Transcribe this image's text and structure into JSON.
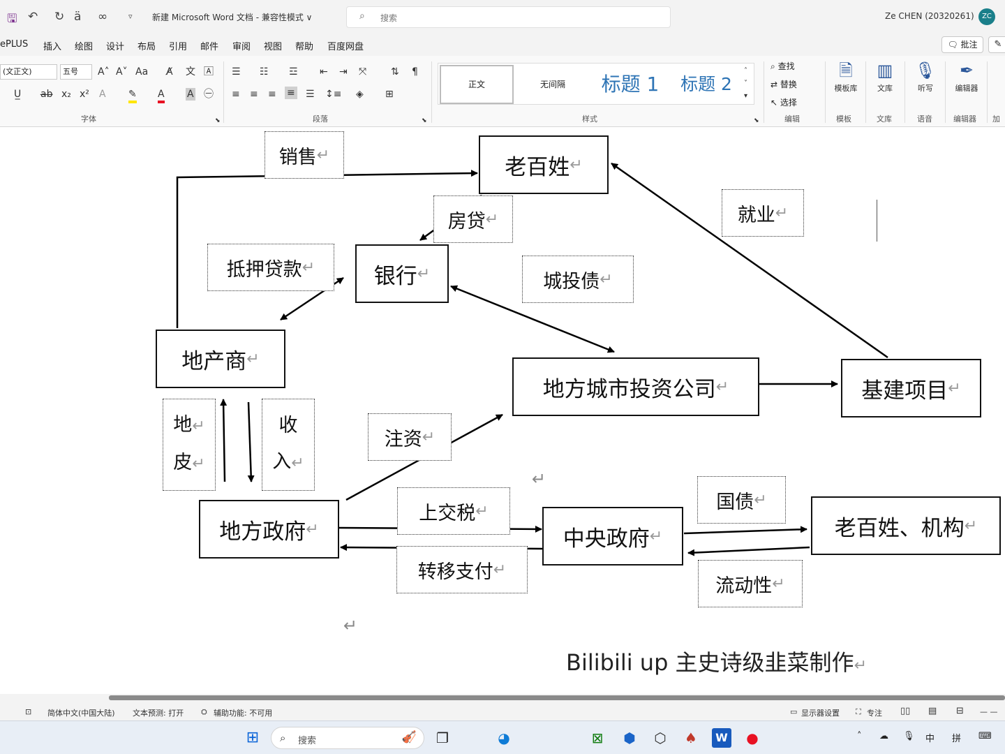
{
  "titlebar": {
    "doc_title": "新建 Microsoft Word 文档 - 兼容性模式 ∨",
    "search_placeholder": "搜索",
    "user_name": "Ze CHEN (20320261)",
    "avatar_initials": "ZC"
  },
  "menu": {
    "tabs": [
      "ePLUS",
      "插入",
      "绘图",
      "设计",
      "布局",
      "引用",
      "邮件",
      "审阅",
      "视图",
      "帮助",
      "百度网盘"
    ],
    "comment_label": "批注"
  },
  "ribbon": {
    "font_name": "(文正文)",
    "font_size": "五号",
    "groups": {
      "font": "字体",
      "paragraph": "段落",
      "styles": "样式",
      "editing": "编辑",
      "templates": "模板",
      "library": "文库",
      "voice": "语音",
      "editor": "编辑器",
      "addins": "加"
    },
    "styles": [
      "正文",
      "无间隔",
      "标题 1",
      "标题 2"
    ],
    "editing": {
      "find": "查找",
      "replace": "替换",
      "select": "选择"
    },
    "buttons": {
      "template_lib": "模板库",
      "library": "文库",
      "dictate": "听写",
      "editor": "编辑器"
    }
  },
  "diagram": {
    "nodes": {
      "laobaixing": "老百姓",
      "bank": "银行",
      "developer": "地产商",
      "lgfv": "地方城市投资公司",
      "infra": "基建项目",
      "local_gov": "地方政府",
      "central_gov": "中央政府",
      "people_inst": "老百姓、机构"
    },
    "labels": {
      "sales": "销售",
      "mortgage": "房贷",
      "collateral_loan": "抵押贷款",
      "city_bond": "城投债",
      "employment": "就业",
      "land_1": "地",
      "land_2": "皮",
      "income_1": "收",
      "income_2": "入",
      "capital_injection": "注资",
      "tax_remit": "上交税",
      "transfer_pay": "转移支付",
      "gov_bond": "国债",
      "liquidity": "流动性"
    },
    "paragraph_mark": "↵",
    "credit": "Bilibili up 主史诗级韭菜制作"
  },
  "statusbar": {
    "lang": "简体中文(中国大陆)",
    "predict": "文本预测: 打开",
    "access": "辅助功能: 不可用",
    "display": "显示器设置",
    "focus": "专注"
  },
  "taskbar": {
    "search_placeholder": "搜索",
    "ime_1": "中",
    "ime_2": "拼"
  }
}
